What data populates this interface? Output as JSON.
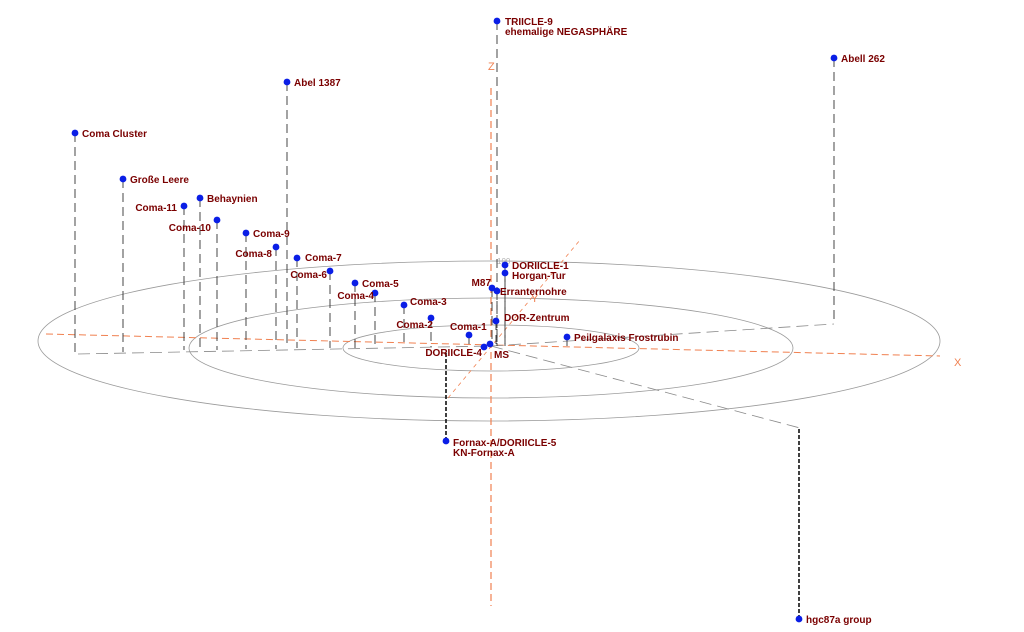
{
  "axes": {
    "x_label": "X",
    "y_label": "Y",
    "z_label": "Z",
    "tick_label": "100"
  },
  "colors": {
    "marker": "#0a1ee6",
    "label": "#7a0000",
    "axis": "#f08050",
    "orbit": "#9a9a9a",
    "stem": "#333333"
  },
  "objects": [
    {
      "name": "TRIICLE-9",
      "sub": "ehemalige NEGASPHÄRE"
    },
    {
      "name": "Abell 262"
    },
    {
      "name": "Abel 1387"
    },
    {
      "name": "Coma Cluster"
    },
    {
      "name": "Große Leere"
    },
    {
      "name": "Behaynien"
    },
    {
      "name": "Coma-11"
    },
    {
      "name": "Coma-10"
    },
    {
      "name": "Coma-9"
    },
    {
      "name": "Coma-8"
    },
    {
      "name": "Coma-7"
    },
    {
      "name": "Coma-6"
    },
    {
      "name": "Coma-5"
    },
    {
      "name": "Coma-4"
    },
    {
      "name": "Coma-3"
    },
    {
      "name": "Coma-2"
    },
    {
      "name": "Coma-1"
    },
    {
      "name": "DORIICLE-1"
    },
    {
      "name": "Horgan-Tur"
    },
    {
      "name": "M87"
    },
    {
      "name": "Erranternohre"
    },
    {
      "name": "DOR-Zentrum"
    },
    {
      "name": "Peilgalaxis Frostrubin"
    },
    {
      "name": "DORIICLE-4"
    },
    {
      "name": "MS"
    },
    {
      "name": "Fornax-A/DORIICLE-5",
      "sub": "KN-Fornax-A"
    },
    {
      "name": "hgc87a group"
    }
  ]
}
